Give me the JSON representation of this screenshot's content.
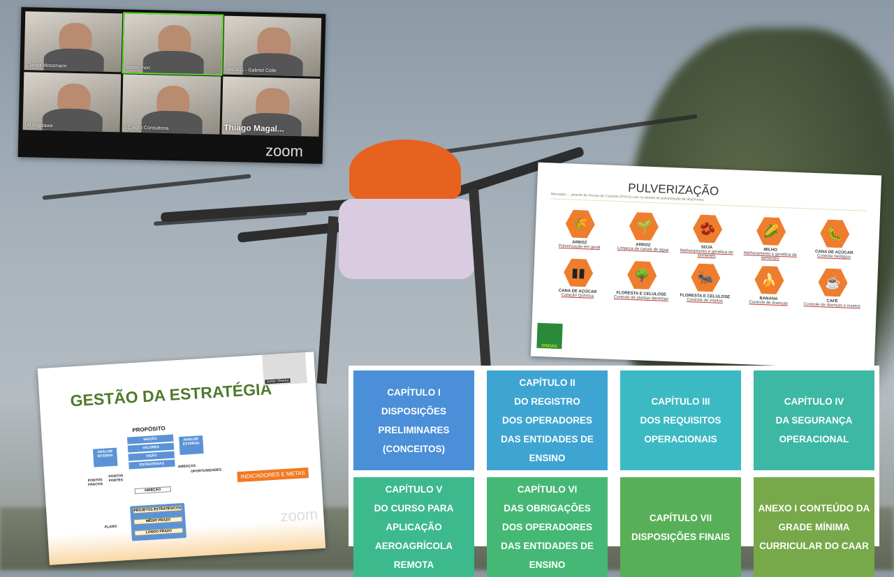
{
  "zoom_call": {
    "participants": [
      {
        "name": "Clarisa Mossmann",
        "active": false
      },
      {
        "name": "andrei mori",
        "active": true
      },
      {
        "name": "SINDAG - Gabriel Colle",
        "active": false
      },
      {
        "name": "Ulf Bogdawa",
        "active": false
      },
      {
        "name": "SC Agro Consultoria",
        "active": false
      },
      {
        "name": "Thiago Magal...",
        "active": false
      }
    ],
    "logo": "zoom"
  },
  "pulverizacao": {
    "title": "PULVERIZAÇÃO",
    "subtitle": "Mercados ... através de Provas de Conceito (POCs) com os drones de pulverização da SkyDrones.",
    "crops": [
      {
        "name": "ARROZ",
        "desc": "Pulverização em geral",
        "icon": "rice-icon",
        "glyph": "🌾"
      },
      {
        "name": "ARROZ",
        "desc": "Limpeza de canais de água",
        "icon": "sprout-water-icon",
        "glyph": "🌱"
      },
      {
        "name": "SOJA",
        "desc": "Melhoramento e genética de sementes",
        "icon": "soybean-icon",
        "glyph": "🫘"
      },
      {
        "name": "MILHO",
        "desc": "Melhoramento e genética de sementes",
        "icon": "corn-icon",
        "glyph": "🌽"
      },
      {
        "name": "CANA DE AÇÚCAR",
        "desc": "Controle biológico",
        "icon": "caterpillar-icon",
        "glyph": "🐛"
      },
      {
        "name": "CANA DE AÇÚCAR",
        "desc": "Catação Química",
        "icon": "sugarcane-icon",
        "glyph": "▮▮"
      },
      {
        "name": "FLORESTA E CELULOSE",
        "desc": "Controle de plantas daninhas",
        "icon": "trees-icon",
        "glyph": "🌳"
      },
      {
        "name": "FLORESTA E CELULOSE",
        "desc": "Controle de insetos",
        "icon": "ant-icon",
        "glyph": "🐜"
      },
      {
        "name": "BANANA",
        "desc": "Controle de doenças",
        "icon": "banana-icon",
        "glyph": "🍌"
      },
      {
        "name": "CAFÉ",
        "desc": "Controle de doenças e insetos",
        "icon": "coffee-bean-icon",
        "glyph": "☕"
      }
    ],
    "logo": "SINDAG"
  },
  "gestao": {
    "title": "GESTÃO DA ESTRATÉGIA",
    "presenter": "Junior Oliveira",
    "proposito": "PROPÓSITO",
    "missao": "MISSÃO",
    "valores": "VALORES",
    "visao": "VISÃO",
    "estrategias": "ESTRATÉGIAS",
    "analise_interna": "ANÁLISE INTERNA",
    "analise_externa": "ANÁLISE EXTERNA",
    "pontos_fracos": "PONTOS FRACOS",
    "pontos_fortes": "PONTOS FORTES",
    "ameacas": "AMEAÇAS",
    "oportunidades": "OPORTUNIDADES",
    "direcao": "DIREÇÃO",
    "plano": "PLANO",
    "projetos": "PROJETOS ESTRATÉGICOS",
    "medio": "MÉDIO PRAZO",
    "longo": "LONGO PRAZO",
    "indicadores": "INDICADORES E METAS",
    "logo": "zoom"
  },
  "chapters": [
    {
      "text": "CAPÍTULO I\nDISPOSIÇÕES\nPRELIMINARES\n(CONCEITOS)",
      "color": "#4b8fd8"
    },
    {
      "text": "CAPÍTULO II\nDO REGISTRO\nDOS OPERADORES\nDAS ENTIDADES DE ENSINO",
      "color": "#3ea5d2"
    },
    {
      "text": "CAPÍTULO III\nDOS REQUISITOS\nOPERACIONAIS",
      "color": "#3bbac4"
    },
    {
      "text": "CAPÍTULO IV\nDA SEGURANÇA\nOPERACIONAL",
      "color": "#3db8a4"
    },
    {
      "text": "CAPÍTULO V\nDO CURSO PARA\nAPLICAÇÃO\nAEROAGRÍCOLA REMOTA",
      "color": "#3db98e"
    },
    {
      "text": "CAPÍTULO VI\nDAS OBRIGAÇÕES\nDOS OPERADORES\nDAS ENTIDADES DE ENSINO",
      "color": "#45b876"
    },
    {
      "text": "CAPÍTULO VII\nDISPOSIÇÕES FINAIS",
      "color": "#57b058"
    },
    {
      "text": "ANEXO I CONTEÚDO DA\nGRADE MÍNIMA\nCURRICULAR DO CAAR",
      "color": "#77a94a"
    }
  ]
}
